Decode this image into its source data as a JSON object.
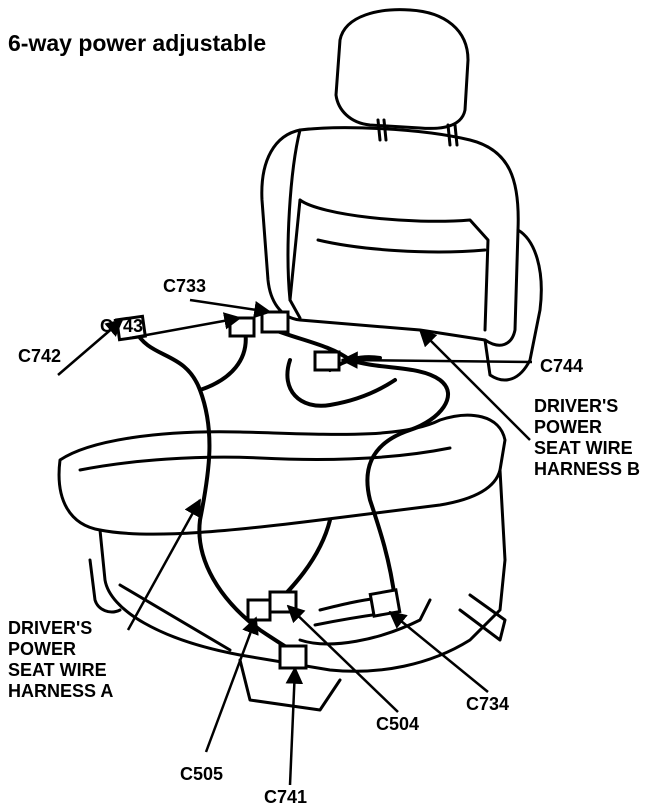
{
  "title": "6-way power adjustable",
  "callouts": {
    "c733": "C733",
    "c743": "C743",
    "c742": "C742",
    "c744": "C744",
    "c734": "C734",
    "c504": "C504",
    "c505": "C505",
    "c741": "C741"
  },
  "harness_a": {
    "line1": "DRIVER'S",
    "line2": "POWER",
    "line3": "SEAT WIRE",
    "line4": "HARNESS A"
  },
  "harness_b": {
    "line1": "DRIVER'S",
    "line2": "POWER",
    "line3": "SEAT WIRE",
    "line4": "HARNESS B"
  }
}
